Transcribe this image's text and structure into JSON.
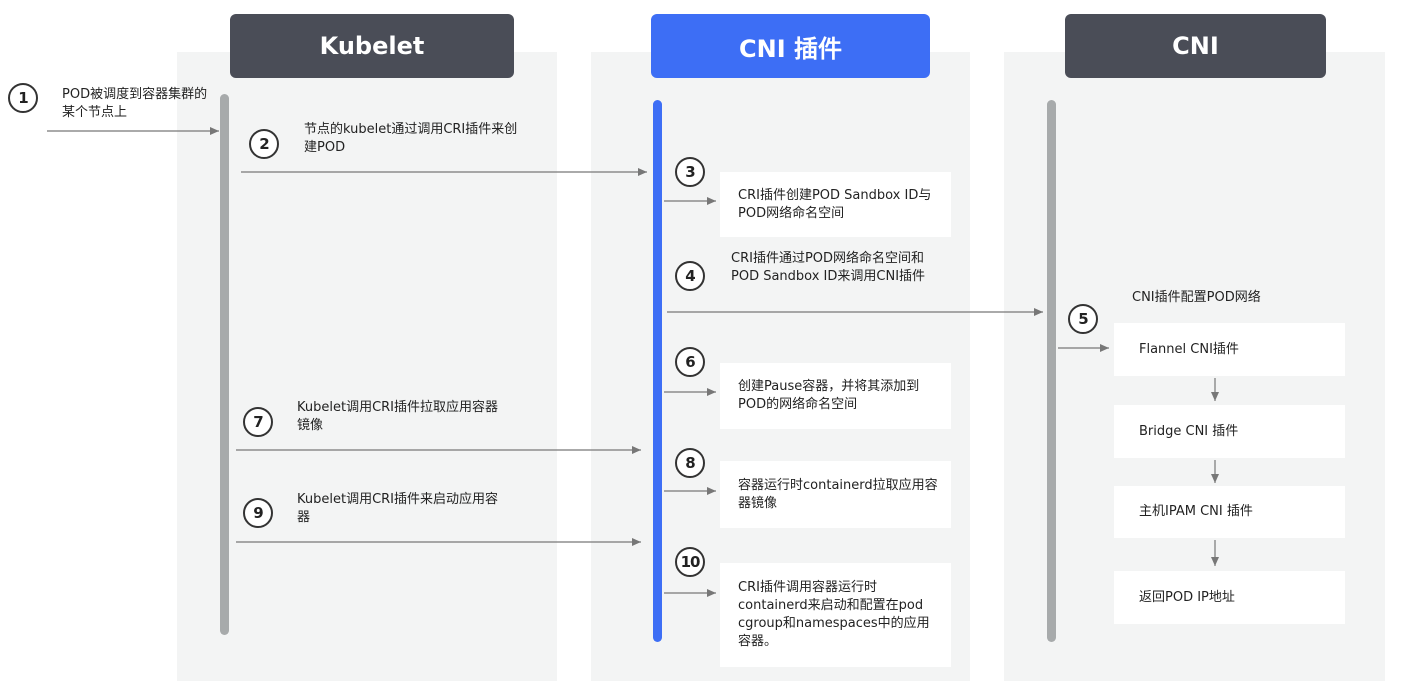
{
  "headers": {
    "kubelet": "Kubelet",
    "cni_plugin": "CNI 插件",
    "cni": "CNI"
  },
  "colors": {
    "header_dark": "#4a4d57",
    "header_accent": "#3d6ef5",
    "lifeline_gray": "#a7aaab",
    "lifeline_blue": "#3d6ef5",
    "lane_bg": "#f3f4f4",
    "arrow": "#777777"
  },
  "steps": [
    {
      "num": "1",
      "text": "POD被调度到容器集群的某个节点上"
    },
    {
      "num": "2",
      "text": "节点的kubelet通过调用CRI插件来创建POD"
    },
    {
      "num": "3",
      "text": "CRI插件创建POD Sandbox ID与POD网络命名空间"
    },
    {
      "num": "4",
      "text": "CRI插件通过POD网络命名空间和POD Sandbox ID来调用CNI插件"
    },
    {
      "num": "5",
      "text": "CNI插件配置POD网络"
    },
    {
      "num": "6",
      "text": "创建Pause容器，并将其添加到POD的网络命名空间"
    },
    {
      "num": "7",
      "text": "Kubelet调用CRI插件拉取应用容器镜像"
    },
    {
      "num": "8",
      "text": "容器运行时containerd拉取应用容器镜像"
    },
    {
      "num": "9",
      "text": "Kubelet调用CRI插件来启动应用容器"
    },
    {
      "num": "10",
      "text": "CRI插件调用容器运行时containerd来启动和配置在pod cgroup和namespaces中的应用容器。"
    }
  ],
  "cni_chain": [
    "Flannel CNI插件",
    "Bridge CNI 插件",
    "主机IPAM CNI 插件",
    "返回POD IP地址"
  ]
}
